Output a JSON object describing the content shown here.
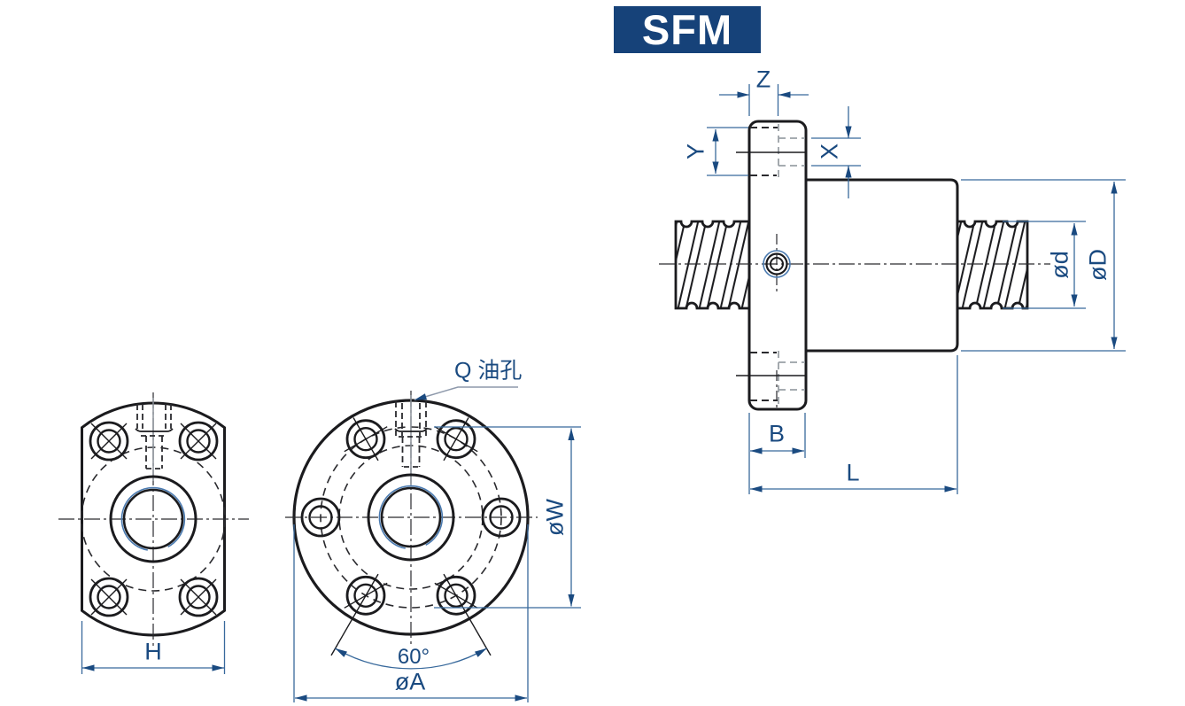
{
  "badge": {
    "model": "SFM"
  },
  "labels": {
    "z": "Z",
    "y": "Y",
    "x": "X",
    "diameter_d": "ød",
    "diameter_D": "øD",
    "b": "B",
    "l": "L",
    "h": "H",
    "diameter_A": "øA",
    "diameter_W": "øW",
    "angle": "60°",
    "oil_hole": "Q 油孔"
  },
  "colors": {
    "badge_background": "#164279",
    "badge_text": "#ffffff",
    "dimension_text": "#1a4a80",
    "dimension_line": "#38699c",
    "part_outline": "#1b1b1e",
    "hidden_line_gray": "#9aa0a6",
    "thread_indicator_blue": "#4a7ab0",
    "leader_line": "#8e99ab"
  }
}
